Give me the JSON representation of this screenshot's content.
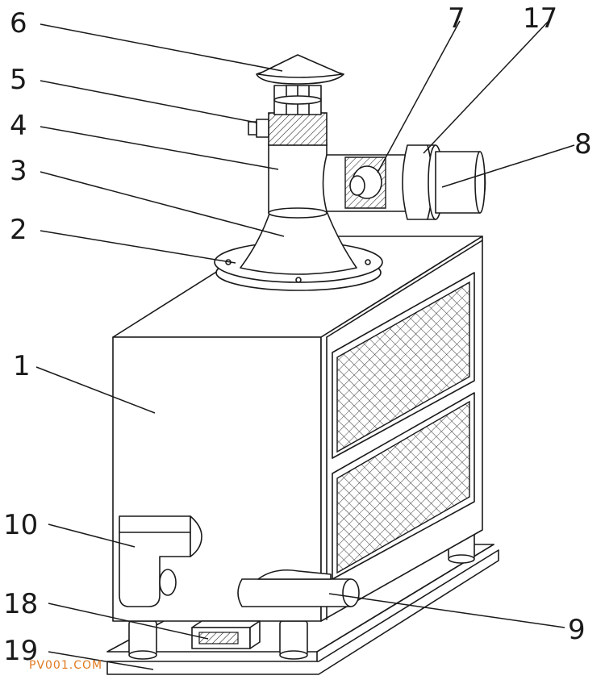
{
  "labels": [
    {
      "id": "6",
      "text": "6"
    },
    {
      "id": "5",
      "text": "5"
    },
    {
      "id": "4",
      "text": "4"
    },
    {
      "id": "3",
      "text": "3"
    },
    {
      "id": "2",
      "text": "2"
    },
    {
      "id": "1",
      "text": "1"
    },
    {
      "id": "10",
      "text": "10"
    },
    {
      "id": "18",
      "text": "18"
    },
    {
      "id": "19",
      "text": "19"
    },
    {
      "id": "7",
      "text": "7"
    },
    {
      "id": "17",
      "text": "17"
    },
    {
      "id": "8",
      "text": "8"
    },
    {
      "id": "9",
      "text": "9"
    }
  ],
  "watermark": "PV001.COM",
  "colors": {
    "line": "#1a1a1a",
    "background": "#ffffff",
    "watermark": "#e07a20"
  }
}
